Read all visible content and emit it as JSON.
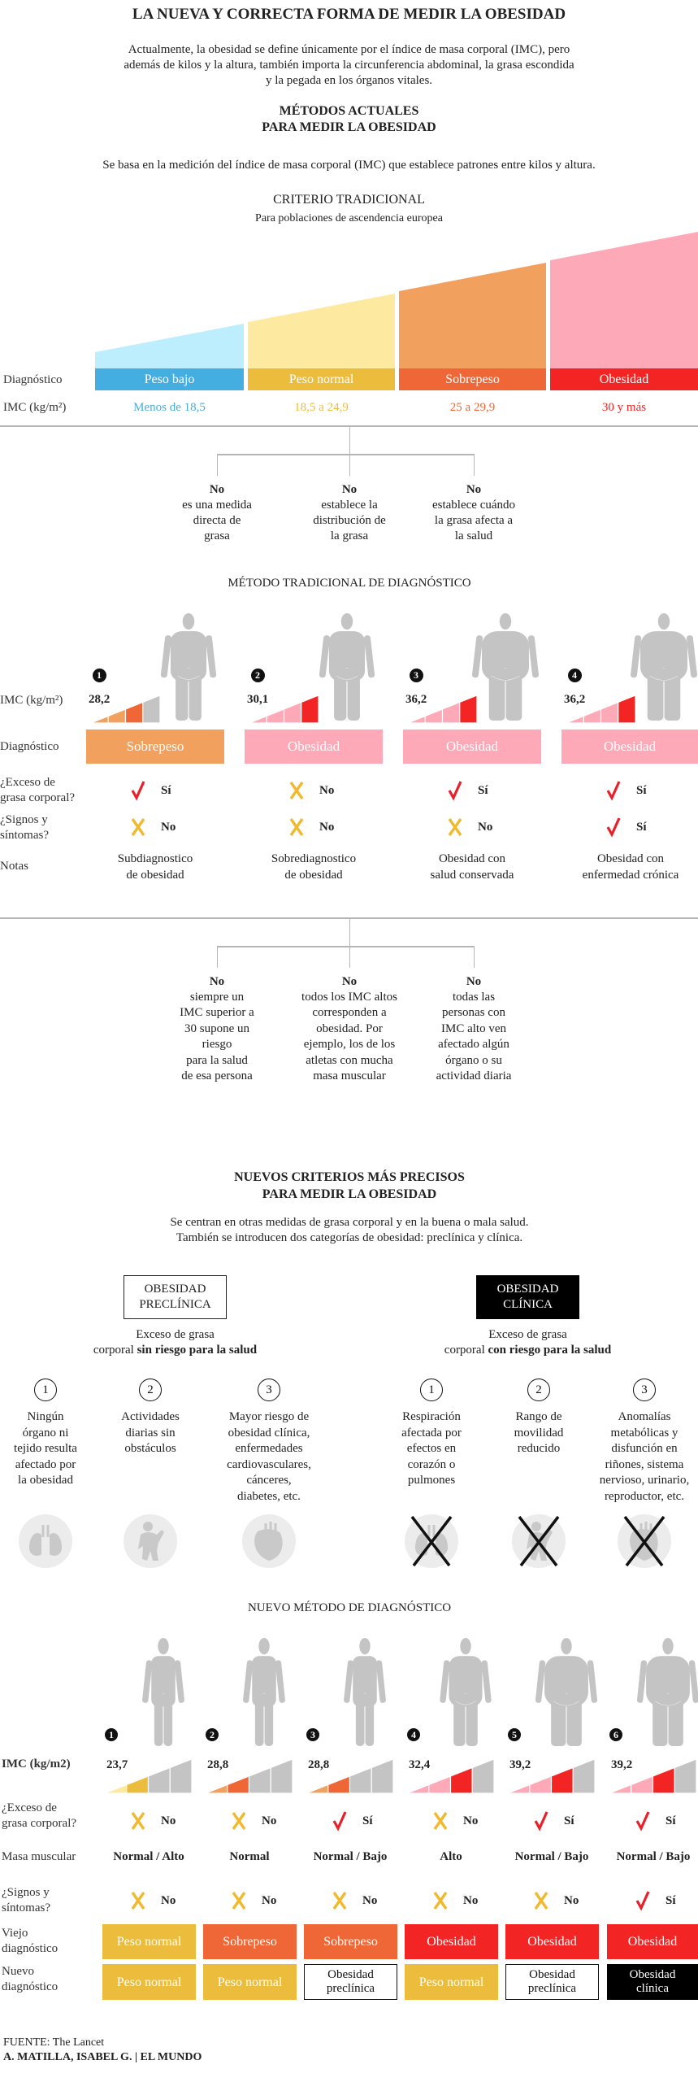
{
  "header": {
    "title": "LA NUEVA Y CORRECTA FORMA DE MEDIR LA OBESIDAD",
    "intro": [
      "Actualmente, la obesidad se define únicamente por el índice de masa corporal (IMC), pero",
      "además de kilos y la altura, también importa la circunferencia abdominal, la grasa escondida",
      "y la pegada en los órganos vitales."
    ]
  },
  "current": {
    "title": [
      "MÉTODOS ACTUALES",
      "PARA MEDIR LA OBESIDAD"
    ],
    "desc": "Se basa en la medición del índice de masa corporal (IMC) que establece patrones entre kilos y altura.",
    "criterio_title": "CRITERIO TRADICIONAL",
    "criterio_subtitle": "Para poblaciones de ascendencia europea",
    "row_labels": {
      "diag": "Diagnóstico",
      "imc": "IMC (kg/m²)"
    },
    "categories": [
      {
        "label": "Peso bajo",
        "range": "Menos de 18,5",
        "light": "#bdeefd",
        "color": "#45aee0",
        "text_color": "#45aee0"
      },
      {
        "label": "Peso normal",
        "range": "18,5 a 24,9",
        "light": "#fde9a0",
        "color": "#ecbc3c",
        "text_color": "#ecbc3c"
      },
      {
        "label": "Sobrepeso",
        "range": "25 a 29,9",
        "light": "#f2a05e",
        "color": "#ef6637",
        "text_color": "#ef6637"
      },
      {
        "label": "Obesidad",
        "range": "30 y más",
        "light": "#fda9b8",
        "color": "#f32424",
        "text_color": "#f32424"
      }
    ],
    "limitations": [
      {
        "no": "No",
        "text": [
          "es una medida",
          "directa de",
          "grasa"
        ]
      },
      {
        "no": "No",
        "text": [
          "establece la",
          "distribución de",
          "la grasa"
        ]
      },
      {
        "no": "No",
        "text": [
          "establece cuándo",
          "la grasa afecta a",
          "la salud"
        ]
      }
    ]
  },
  "traditional": {
    "title": "MÉTODO TRADICIONAL DE DIAGNÓSTICO",
    "labels": {
      "imc": "IMC (kg/m²)",
      "diag": "Diagnóstico",
      "exceso": [
        "¿Exceso de",
        "grasa corporal?"
      ],
      "signos": [
        "¿Signos y",
        "síntomas?"
      ],
      "notas": "Notas"
    },
    "cases": [
      {
        "num": "1",
        "imc": "28,2",
        "ramp": [
          "#f2a05e",
          "#f2a05e",
          "#ef6637",
          "#c4c4c4"
        ],
        "figure_icon": "figure-overweight",
        "diagnosis": "Sobrepeso",
        "diag_color": "#f2a05e",
        "exceso": {
          "icon": "check",
          "text": "Sí"
        },
        "signos": {
          "icon": "cross",
          "text": "No"
        },
        "notes": [
          "Subdiagnostico",
          "de obesidad"
        ]
      },
      {
        "num": "2",
        "imc": "30,1",
        "ramp": [
          "#fda9b8",
          "#fda9b8",
          "#fda9b8",
          "#f32424"
        ],
        "figure_icon": "figure-overweight",
        "diagnosis": "Obesidad",
        "diag_color": "#fda9b8",
        "exceso": {
          "icon": "cross",
          "text": "No"
        },
        "signos": {
          "icon": "cross",
          "text": "No"
        },
        "notes": [
          "Sobrediagnostico",
          "de obesidad"
        ]
      },
      {
        "num": "3",
        "imc": "36,2",
        "ramp": [
          "#fda9b8",
          "#fda9b8",
          "#fda9b8",
          "#f32424"
        ],
        "figure_icon": "figure-obese",
        "diagnosis": "Obesidad",
        "diag_color": "#fda9b8",
        "exceso": {
          "icon": "check",
          "text": "Sí"
        },
        "signos": {
          "icon": "cross",
          "text": "No"
        },
        "notes": [
          "Obesidad con",
          "salud conservada"
        ]
      },
      {
        "num": "4",
        "imc": "36,2",
        "ramp": [
          "#fda9b8",
          "#fda9b8",
          "#fda9b8",
          "#f32424"
        ],
        "figure_icon": "figure-obese",
        "diagnosis": "Obesidad",
        "diag_color": "#fda9b8",
        "exceso": {
          "icon": "check",
          "text": "Sí"
        },
        "signos": {
          "icon": "check",
          "text": "Sí"
        },
        "notes": [
          "Obesidad con",
          "enfermedad crónica"
        ]
      }
    ],
    "limitations": [
      {
        "no": "No",
        "text": [
          "siempre un",
          "IMC superior a",
          "30 supone un",
          "riesgo",
          "para la salud",
          "de esa persona"
        ]
      },
      {
        "no": "No",
        "text": [
          "todos los IMC altos",
          "corresponden a",
          "obesidad. Por",
          "ejemplo, los de los",
          "atletas con mucha",
          "masa muscular"
        ]
      },
      {
        "no": "No",
        "text": [
          "todas las",
          "personas con",
          "IMC alto ven",
          "afectado algún",
          "órgano o su",
          "actividad diaria"
        ]
      }
    ]
  },
  "new_criteria": {
    "title": [
      "NUEVOS CRITERIOS MÁS PRECISOS",
      "PARA MEDIR LA OBESIDAD"
    ],
    "desc": [
      "Se centran en otras medidas de grasa corporal y en la buena o mala salud.",
      "También se  introducen dos categorías de obesidad: preclínica y clínica."
    ],
    "groups": [
      {
        "box": [
          "OBESIDAD",
          "PRECLÍNICA"
        ],
        "style": "outline",
        "line1": "Exceso de grasa",
        "line2_prefix": "corporal ",
        "line2_bold": "sin riesgo para la salud",
        "items": [
          {
            "num": "1",
            "text": [
              "Ningún",
              "órgano ni",
              "tejido resulta",
              "afectado por",
              "la obesidad"
            ],
            "icon": "lungs-icon",
            "crossed": false
          },
          {
            "num": "2",
            "text": [
              "Actividades",
              "diarias sin",
              "obstáculos"
            ],
            "icon": "child-icon",
            "crossed": false
          },
          {
            "num": "3",
            "text": [
              "Mayor riesgo de",
              "obesidad clínica,",
              "enfermedades",
              "cardiovasculares,",
              "cánceres,",
              "diabetes, etc."
            ],
            "icon": "heart-icon",
            "crossed": false
          }
        ]
      },
      {
        "box": [
          "OBESIDAD",
          "CLÍNICA"
        ],
        "style": "filled",
        "line1": "Exceso de grasa",
        "line2_prefix": "corporal ",
        "line2_bold": "con riesgo para la salud",
        "items": [
          {
            "num": "1",
            "text": [
              "Respiración",
              "afectada por",
              "efectos en",
              "corazón o",
              "pulmones"
            ],
            "icon": "lungs-icon",
            "crossed": true
          },
          {
            "num": "2",
            "text": [
              "Rango de",
              "movilidad",
              "reducido"
            ],
            "icon": "child-icon",
            "crossed": true
          },
          {
            "num": "3",
            "text": [
              "Anomalías",
              "metabólicas y",
              "disfunción en",
              "riñones, sistema",
              "nervioso, urinario,",
              "reproductor, etc."
            ],
            "icon": "heart-icon",
            "crossed": true
          }
        ]
      }
    ]
  },
  "new_method": {
    "title": "NUEVO MÉTODO DE DIAGNÓSTICO",
    "labels": {
      "imc": "IMC (kg/m2)",
      "exceso": [
        "¿Exceso de",
        "grasa corporal?"
      ],
      "masa": "Masa muscular",
      "signos": [
        "¿Signos y",
        "síntomas?"
      ],
      "viejo": [
        "Viejo",
        "diagnóstico"
      ],
      "nuevo": [
        "Nuevo",
        "diagnóstico"
      ]
    },
    "cases": [
      {
        "num": "1",
        "imc": "23,7",
        "ramp": [
          "#fde9a0",
          "#ecbc3c",
          "#c4c4c4",
          "#c4c4c4"
        ],
        "figure_icon": "figure-slim",
        "exceso": {
          "icon": "cross",
          "text": "No"
        },
        "masa": "Normal / Alto",
        "signos": {
          "icon": "cross",
          "text": "No"
        },
        "old": {
          "text": [
            "Peso normal"
          ],
          "bg": "#ecbc3c",
          "fg": "#ffffff",
          "border": "#ecbc3c"
        },
        "new": {
          "text": [
            "Peso normal"
          ],
          "bg": "#ecbc3c",
          "fg": "#ffffff",
          "border": "#ecbc3c"
        }
      },
      {
        "num": "2",
        "imc": "28,8",
        "ramp": [
          "#f2a05e",
          "#ef6637",
          "#c4c4c4",
          "#c4c4c4"
        ],
        "figure_icon": "figure-slim",
        "exceso": {
          "icon": "cross",
          "text": "No"
        },
        "masa": "Normal",
        "signos": {
          "icon": "cross",
          "text": "No"
        },
        "old": {
          "text": [
            "Sobrepeso"
          ],
          "bg": "#ef6637",
          "fg": "#ffffff",
          "border": "#ef6637"
        },
        "new": {
          "text": [
            "Peso normal"
          ],
          "bg": "#ecbc3c",
          "fg": "#ffffff",
          "border": "#ecbc3c"
        }
      },
      {
        "num": "3",
        "imc": "28,8",
        "ramp": [
          "#f2a05e",
          "#ef6637",
          "#c4c4c4",
          "#c4c4c4"
        ],
        "figure_icon": "figure-slim",
        "exceso": {
          "icon": "check",
          "text": "Sí"
        },
        "masa": "Normal / Bajo",
        "signos": {
          "icon": "cross",
          "text": "No"
        },
        "old": {
          "text": [
            "Sobrepeso"
          ],
          "bg": "#ef6637",
          "fg": "#ffffff",
          "border": "#ef6637"
        },
        "new": {
          "text": [
            "Obesidad",
            "preclínica"
          ],
          "bg": "#ffffff",
          "fg": "#111111",
          "border": "#111111"
        }
      },
      {
        "num": "4",
        "imc": "32,4",
        "ramp": [
          "#fda9b8",
          "#fda9b8",
          "#f32424",
          "#c4c4c4"
        ],
        "figure_icon": "figure-overweight",
        "exceso": {
          "icon": "cross",
          "text": "No"
        },
        "masa": "Alto",
        "signos": {
          "icon": "cross",
          "text": "No"
        },
        "old": {
          "text": [
            "Obesidad"
          ],
          "bg": "#f32424",
          "fg": "#ffffff",
          "border": "#f32424"
        },
        "new": {
          "text": [
            "Peso normal"
          ],
          "bg": "#ecbc3c",
          "fg": "#ffffff",
          "border": "#ecbc3c"
        }
      },
      {
        "num": "5",
        "imc": "39,2",
        "ramp": [
          "#fda9b8",
          "#fda9b8",
          "#f32424",
          "#c4c4c4"
        ],
        "figure_icon": "figure-obese",
        "exceso": {
          "icon": "check",
          "text": "Sí"
        },
        "masa": "Normal / Bajo",
        "signos": {
          "icon": "cross",
          "text": "No"
        },
        "old": {
          "text": [
            "Obesidad"
          ],
          "bg": "#f32424",
          "fg": "#ffffff",
          "border": "#f32424"
        },
        "new": {
          "text": [
            "Obesidad",
            "preclínica"
          ],
          "bg": "#ffffff",
          "fg": "#111111",
          "border": "#111111"
        }
      },
      {
        "num": "6",
        "imc": "39,2",
        "ramp": [
          "#fda9b8",
          "#fda9b8",
          "#f32424",
          "#c4c4c4"
        ],
        "figure_icon": "figure-obese",
        "exceso": {
          "icon": "check",
          "text": "Sí"
        },
        "masa": "Normal / Bajo",
        "signos": {
          "icon": "check",
          "text": "Sí"
        },
        "old": {
          "text": [
            "Obesidad"
          ],
          "bg": "#f32424",
          "fg": "#ffffff",
          "border": "#f32424"
        },
        "new": {
          "text": [
            "Obesidad",
            "clínica"
          ],
          "bg": "#000000",
          "fg": "#ffffff",
          "border": "#000000"
        }
      }
    ]
  },
  "colors": {
    "check": "#e8202a",
    "cross": "#f0b92e",
    "figure": "#c4c4c4",
    "icon_bg": "#ececec",
    "icon_fg": "#c9c9c9"
  },
  "footer": {
    "source": "FUENTE: The Lancet",
    "credit": "A.  MATILLA, ISABEL G. | EL MUNDO"
  }
}
